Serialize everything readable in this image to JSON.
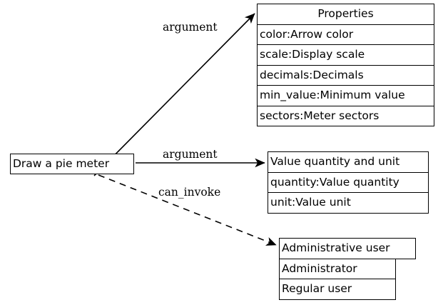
{
  "diagram": {
    "type": "entity-relationship-diagram",
    "background_color": "#ffffff",
    "line_color": "#000000",
    "text_color": "#000000"
  },
  "nodes": {
    "draw_pie_meter": {
      "header": "Draw a pie meter",
      "rows": []
    },
    "properties": {
      "header": "Properties",
      "rows": [
        "color:Arrow color",
        "scale:Display scale",
        "decimals:Decimals",
        "min_value:Minimum value",
        "sectors:Meter sectors"
      ]
    },
    "value_quantity_and_unit": {
      "header": "Value quantity and unit",
      "rows": [
        "quantity:Value quantity",
        "unit:Value unit"
      ]
    },
    "administrative_user": {
      "header": "Administrative user",
      "rows": [
        "Administrator",
        "Regular user"
      ]
    }
  },
  "edges": [
    {
      "label": "argument",
      "from": "draw_pie_meter",
      "to": "properties",
      "style": "solid",
      "arrowhead": "filled"
    },
    {
      "label": "argument",
      "from": "draw_pie_meter",
      "to": "value_quantity_and_unit",
      "style": "solid",
      "arrowhead": "filled"
    },
    {
      "label": "can_invoke",
      "from": "draw_pie_meter",
      "to": "administrative_user",
      "style": "dashed",
      "arrowhead": "filled"
    }
  ]
}
